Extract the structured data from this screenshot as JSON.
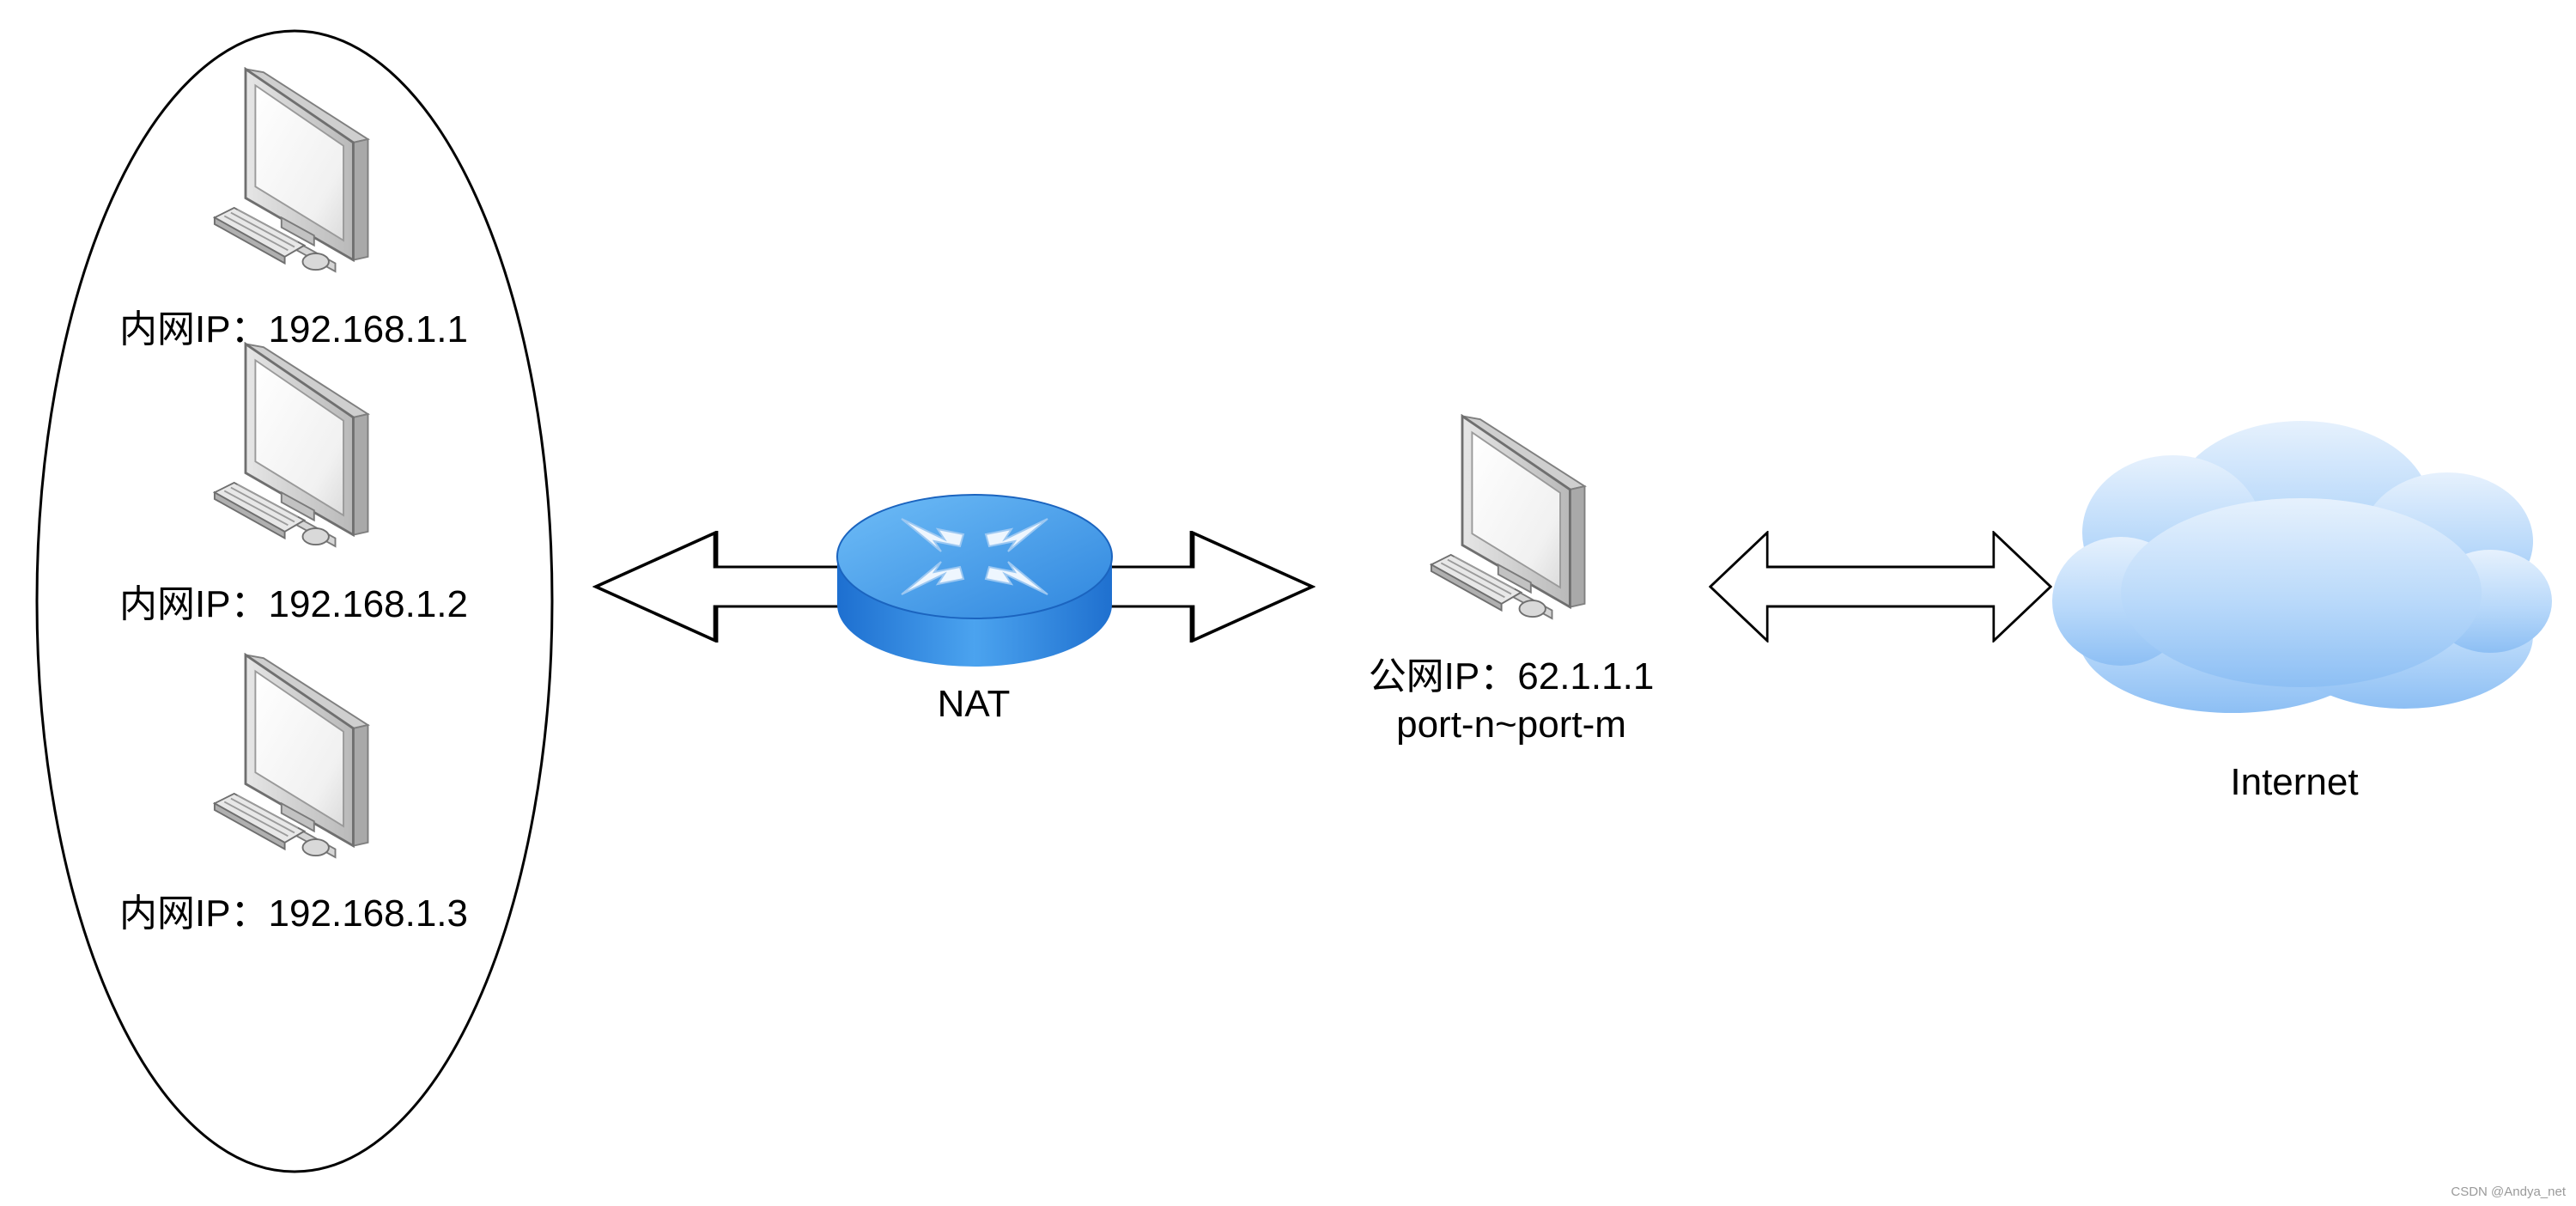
{
  "diagram": {
    "hosts": [
      {
        "label": "内网IP：192.168.1.1"
      },
      {
        "label": "内网IP：192.168.1.2"
      },
      {
        "label": "内网IP：192.168.1.3"
      }
    ],
    "nat": {
      "label": "NAT"
    },
    "public_host": {
      "label_line1": "公网IP：62.1.1.1",
      "label_line2": "port-n~port-m"
    },
    "internet": {
      "label": "Internet"
    },
    "watermark": "CSDN @Andya_net",
    "colors": {
      "router": "#3a8fe0",
      "cloud": "#a9cff7",
      "monitor_frame": "#d6d6d6"
    },
    "icons": [
      "computer-icon",
      "router-icon",
      "cloud-icon",
      "double-arrow-icon"
    ]
  }
}
